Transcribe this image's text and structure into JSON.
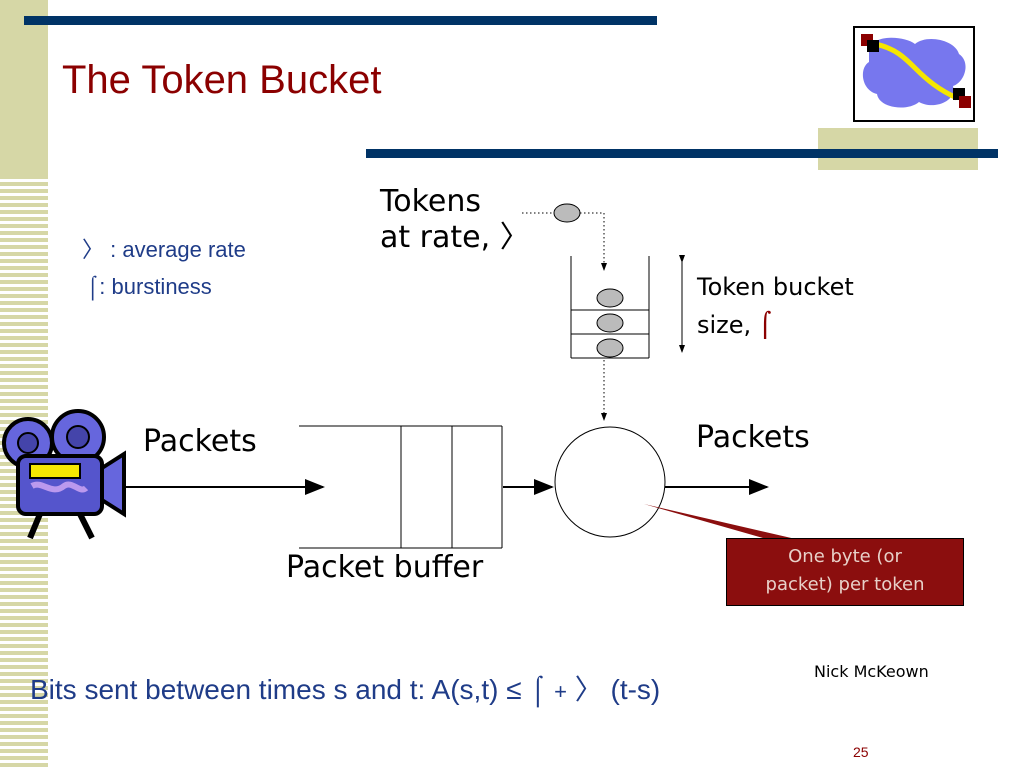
{
  "slide": {
    "title": "The Token Bucket",
    "legend": {
      "rho_symbol": "〉",
      "rho_text": ": average rate",
      "sigma_symbol": "⌠",
      "sigma_text": ": burstiness"
    },
    "tokens_label_line1": "Tokens",
    "tokens_label_line2": "at rate, 〉",
    "bucket_label_line1": "Token bucket",
    "bucket_label_line2": "size,",
    "bucket_symbol": "⌠",
    "packets_in": "Packets",
    "packets_out": "Packets",
    "buffer_label": "Packet buffer",
    "note": {
      "line1": "One byte (or",
      "line2": "packet) per token"
    },
    "formula": {
      "text": "Bits sent between times s and t: A(s,t) ≤",
      "sigma": "⌠",
      "plus": "+",
      "rho": "〉",
      "tail": "(t-s)"
    },
    "author": "Nick McKeown",
    "page_number": "25"
  },
  "colors": {
    "title": "#8b0000",
    "bars": "#003366",
    "accent_olive": "#d6d7a6",
    "text_blue": "#1f3c88",
    "note_bg": "#8b0e0e"
  }
}
